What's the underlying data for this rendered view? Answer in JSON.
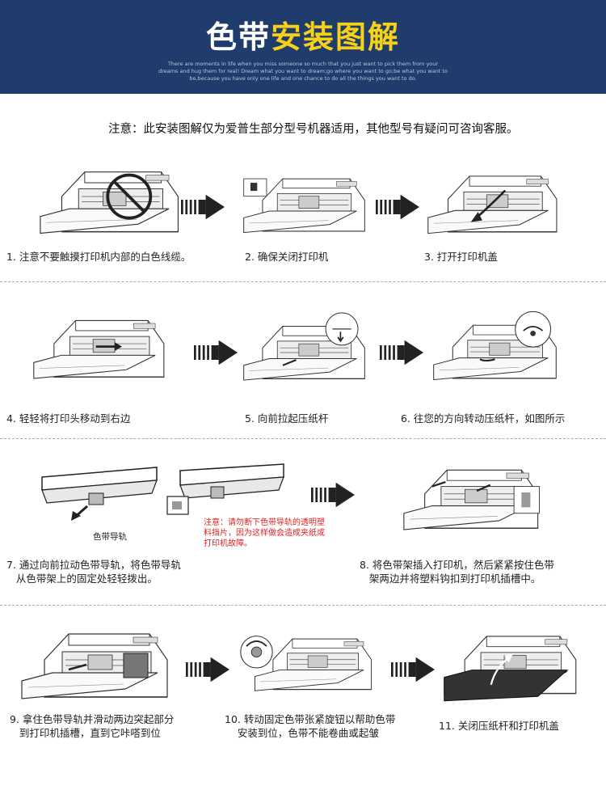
{
  "header": {
    "title_white": "色带",
    "title_yellow": "安装图解",
    "subtitle_line1": "There are moments in life when you miss someone so much that you just want to pick them from your",
    "subtitle_line2": "dreams and hug them for real! Dream what you want to dream;go where you want to go;be what you want to",
    "subtitle_line3": "be,because you have only one life and one chance to do all the things you want to do."
  },
  "note": "注意：此安装图解仅为爱普生部分型号机器适用，其他型号有疑问可咨询客服。",
  "steps": [
    {
      "caption": "1. 注意不要触摸打印机内部的白色线缆。"
    },
    {
      "caption": "2. 确保关闭打印机"
    },
    {
      "caption": "3. 打开打印机盖"
    },
    {
      "caption": "4. 轻轻将打印头移动到右边"
    },
    {
      "caption": "5. 向前拉起压纸杆"
    },
    {
      "caption": "6. 往您的方向转动压纸杆，如图所示"
    },
    {
      "caption": "7. 通过向前拉动色带导轨，将色带导轨\n   从色带架上的固定处轻轻拨出。"
    },
    {
      "caption": "8. 将色带架插入打印机，然后紧紧按住色带\n   架两边并将塑料钩扣到打印机插槽中。"
    },
    {
      "caption": "9. 拿住色带导轨并滑动两边突起部分\n   到打印机插槽，直到它咔嗒到位"
    },
    {
      "caption": "10. 转动固定色带张紧旋钮以帮助色带\n    安装到位，色带不能卷曲或起皱"
    },
    {
      "caption": "11. 关闭压纸杆和打印机盖"
    }
  ],
  "warning": "注意：请勿断下色带导轨的透明塑料挡片，因为这样做会造成夹纸或打印机故障。",
  "ribbon_guide_label": "色带导轨"
}
